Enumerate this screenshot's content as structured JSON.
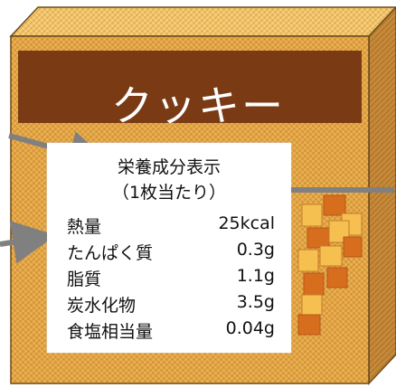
{
  "product": {
    "name": "クッキー"
  },
  "label": {
    "title": "栄養成分表示",
    "subtitle": "（1枚当たり）",
    "rows": [
      {
        "name": "熱量",
        "value": "25kcal"
      },
      {
        "name": "たんぱく質",
        "value": "0.3g"
      },
      {
        "name": "脂質",
        "value": "1.1g"
      },
      {
        "name": "炭水化物",
        "value": "3.5g"
      },
      {
        "name": "食塩相当量",
        "value": "0.04g"
      }
    ]
  },
  "colors": {
    "box_face": "#E0A040",
    "box_top": "#F2C86A",
    "box_side": "#B87A2A",
    "title_band": "#7A3A14",
    "cookie_light": "#F6C050",
    "cookie_dark": "#D66E1E",
    "arrow": "#808080"
  }
}
